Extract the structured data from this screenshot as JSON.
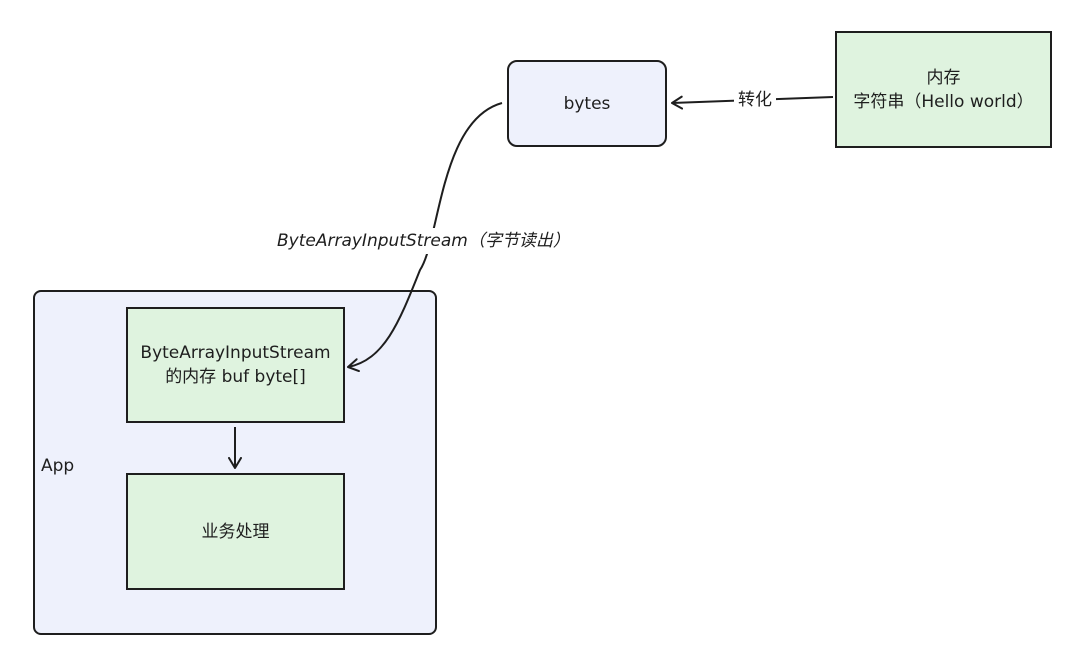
{
  "nodes": {
    "source": {
      "line1": "内存",
      "line2": "字符串（Hello world）"
    },
    "bytes": {
      "label": "bytes"
    },
    "buffer": {
      "line1": "ByteArrayInputStream",
      "line2": "的内存 buf byte[]"
    },
    "business": {
      "label": "业务处理"
    },
    "app": {
      "label": "App"
    }
  },
  "edges": {
    "convert": {
      "label": "转化"
    },
    "read": {
      "label": "ByteArrayInputStream（字节读出）"
    }
  },
  "colors": {
    "green_fill": "#dff3df",
    "blue_fill": "#eef1fc",
    "stroke": "#1e1e1e"
  }
}
